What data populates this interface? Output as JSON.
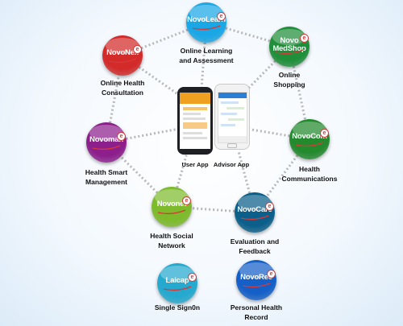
{
  "nodes": [
    {
      "id": "learn",
      "brand": [
        "NovoLearn"
      ],
      "label": [
        "Online Learning",
        "and Assessment"
      ],
      "color": "#1aa7e6"
    },
    {
      "id": "medshop",
      "brand": [
        "Novo",
        "MedShop"
      ],
      "label": [
        "Online",
        "Shopping"
      ],
      "color": "#1f8f3a"
    },
    {
      "id": "com",
      "brand": [
        "NovoCom"
      ],
      "label": [
        "Health",
        "Communications"
      ],
      "color": "#238a2e"
    },
    {
      "id": "care",
      "brand": [
        "NovoCare"
      ],
      "label": [
        "Evaluation and",
        "Feedback"
      ],
      "color": "#0b5f8a"
    },
    {
      "id": "net",
      "brand": [
        "Novonet"
      ],
      "label": [
        "Health Social",
        "Network"
      ],
      "color": "#7dbb2c"
    },
    {
      "id": "man",
      "brand": [
        "Novoman"
      ],
      "label": [
        "Health Smart",
        "Management"
      ],
      "color": "#8d1f8d"
    },
    {
      "id": "nex",
      "brand": [
        "NovoNex"
      ],
      "label": [
        "Online Health",
        "Consultation"
      ],
      "color": "#d32a2a"
    },
    {
      "id": "laicap",
      "brand": [
        "Laicap"
      ],
      "label": [
        "Single Sign0n"
      ],
      "color": "#25a9cf"
    },
    {
      "id": "rec",
      "brand": [
        "NovoRec"
      ],
      "label": [
        "Personal Health",
        "Record"
      ],
      "color": "#1560c8"
    }
  ],
  "apps": {
    "user": "User App",
    "advisor": "Advisor App"
  },
  "colors": {
    "connector": "#b7b7b7",
    "badge": "#d63939",
    "user_app_accent": "#f0a020",
    "advisor_app_accent": "#2a7fd4"
  },
  "icons": {
    "badge": "e-badge-icon",
    "swoosh": "red-swoosh-icon"
  }
}
